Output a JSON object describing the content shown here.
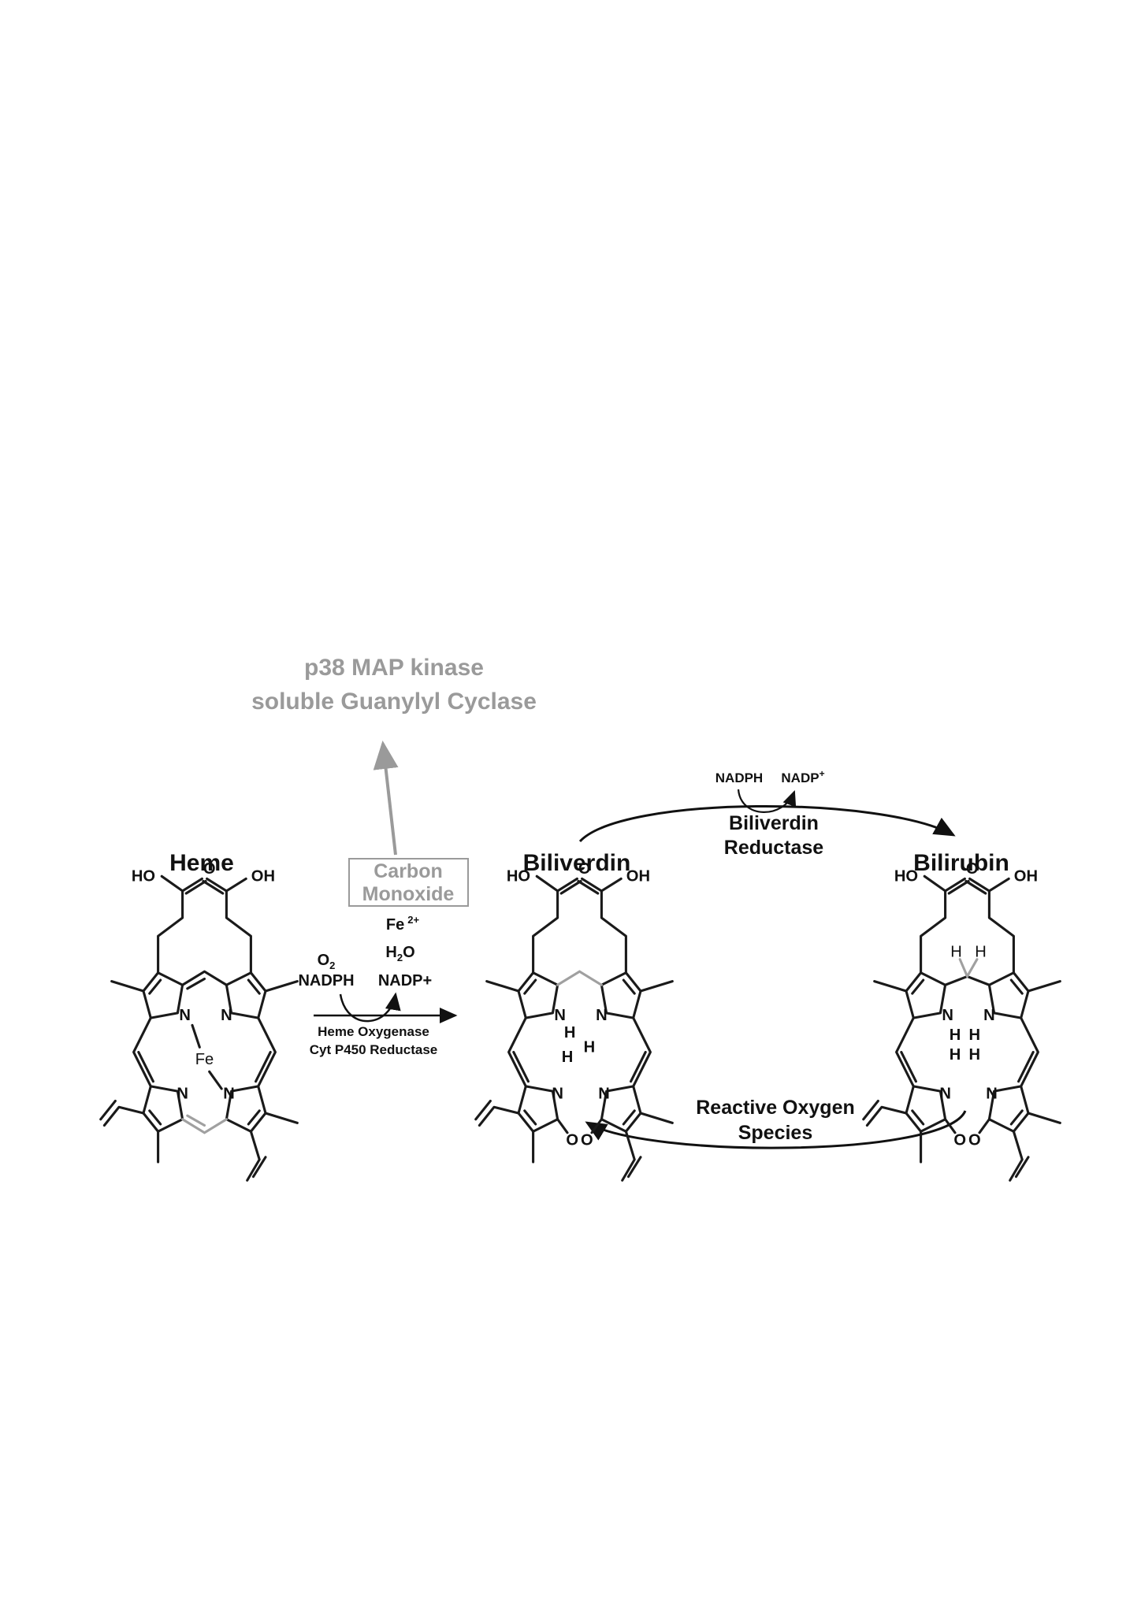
{
  "regulators": {
    "line1": "p38 MAP kinase",
    "line2": "soluble Guanylyl Cyclase"
  },
  "heme": {
    "title": "Heme",
    "fe_label": "Fe"
  },
  "co_box": {
    "line1": "Carbon",
    "line2": "Monoxide"
  },
  "reaction1": {
    "fe": "Fe",
    "fe_charge": "2+",
    "h2o": "H",
    "h2o_sub": "2",
    "h2o_tail": "O",
    "o2": "O",
    "o2_sub": "2",
    "nadph": "NADPH",
    "nadp": "NADP+",
    "enzyme1": "Heme Oxygenase",
    "enzyme2": "Cyt P450 Reductase"
  },
  "biliverdin": {
    "title": "Biliverdin"
  },
  "bilirubin": {
    "title": "Bilirubin"
  },
  "reductase": {
    "nadph": "NADPH",
    "nadp": "NADP",
    "nadp_sup": "+",
    "line1": "Biliverdin",
    "line2": "Reductase"
  },
  "ros": {
    "line1": "Reactive Oxygen",
    "line2": "Species"
  },
  "atoms": {
    "ho": "HO",
    "oh": "OH",
    "o": "O",
    "n": "N",
    "h": "H"
  }
}
